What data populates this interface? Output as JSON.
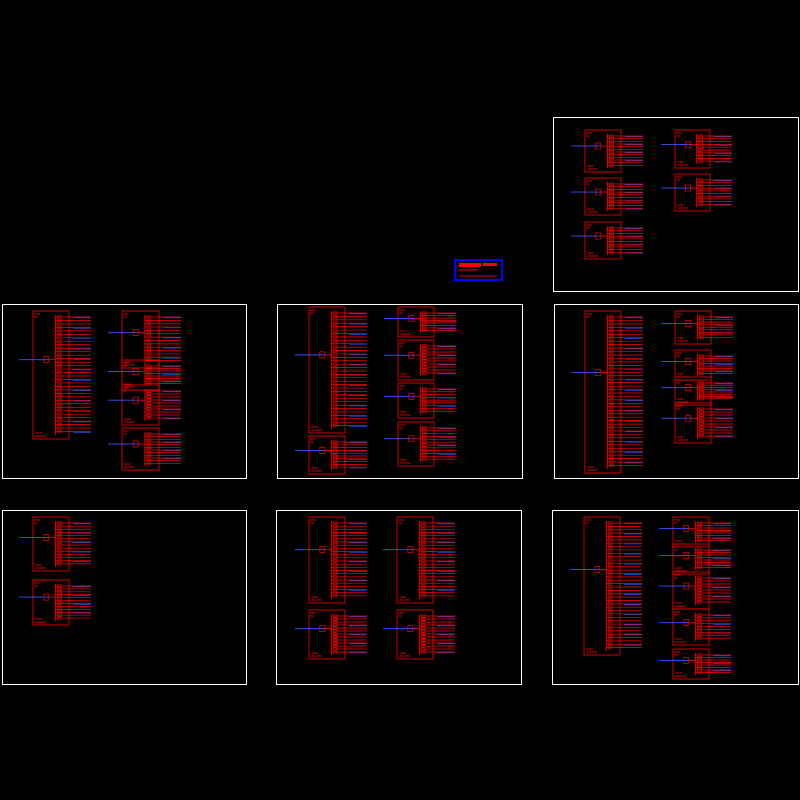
{
  "drawing": {
    "background": "#000000",
    "colors": {
      "frame": "#ffffff",
      "panel": "#ff0000",
      "feeder": "#3355ff",
      "stamp_border": "#0000ff",
      "stamp_text": "#ff0000"
    }
  },
  "sheets": [
    {
      "id": "sheet-top-right"
    },
    {
      "id": "sheet-row1-left"
    },
    {
      "id": "sheet-row1-center"
    },
    {
      "id": "sheet-row1-right"
    },
    {
      "id": "sheet-row2-left"
    },
    {
      "id": "sheet-row2-center"
    },
    {
      "id": "sheet-row2-right"
    }
  ],
  "title_stamp": {
    "present": true
  }
}
